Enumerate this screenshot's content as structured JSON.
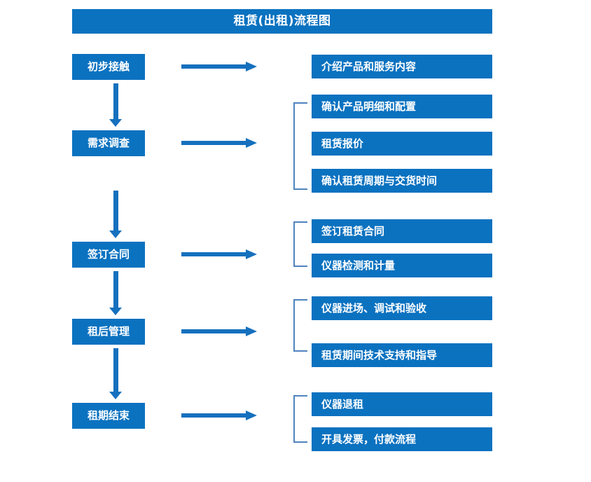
{
  "title": {
    "text": "租赁(出租)流程图"
  },
  "colors": {
    "box_blue": "#0b72c0",
    "arrow_blue": "#1570be",
    "bracket_blue": "#4e84bd",
    "text_white": "#ffffff",
    "background": "#ffffff"
  },
  "stages": [
    {
      "label": "初步接触"
    },
    {
      "label": "需求调查"
    },
    {
      "label": "签订合同"
    },
    {
      "label": "租后管理"
    },
    {
      "label": "租期结束"
    }
  ],
  "details": [
    {
      "label": "介绍产品和服务内容"
    },
    {
      "label": "确认产品明细和配置"
    },
    {
      "label": "租赁报价"
    },
    {
      "label": "确认租赁周期与交货时间"
    },
    {
      "label": "签订租赁合同"
    },
    {
      "label": "仪器检测和计量"
    },
    {
      "label": "仪器进场、调试和验收"
    },
    {
      "label": "租赁期间技术支持和指导"
    },
    {
      "label": "仪器退租"
    },
    {
      "label": "开具发票，付款流程"
    }
  ],
  "icons": {
    "down_arrow": "down-arrow-icon",
    "right_arrow": "right-arrow-icon",
    "bracket": "bracket-connector-icon"
  }
}
